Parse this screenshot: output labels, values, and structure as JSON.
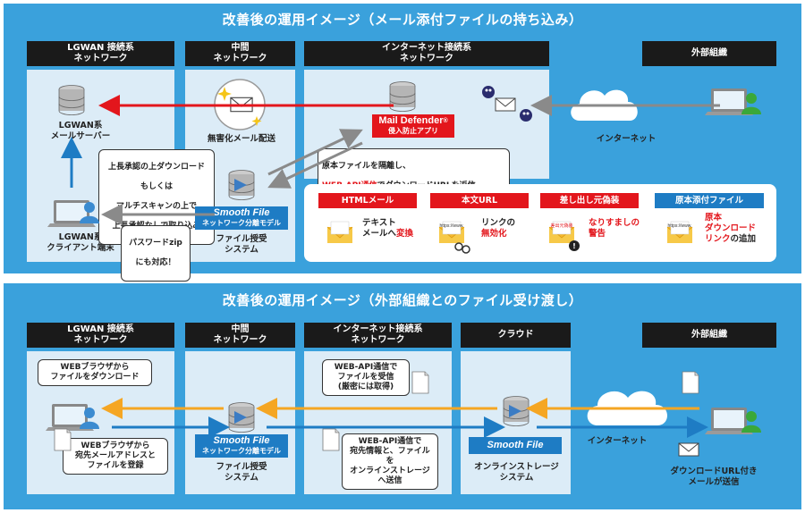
{
  "top": {
    "title": "改善後の運用イメージ（メール添付ファイルの持ち込み）",
    "headers": {
      "lgwan": "LGWAN 接続系\nネットワーク",
      "middle": "中間\nネットワーク",
      "internet": "インターネット接続系\nネットワーク",
      "external": "外部組織"
    },
    "labels": {
      "lgwan_mail_server": "LGWAN系\nメールサーバー",
      "lgwan_client": "LGWAN系\nクライアント端末",
      "sanitized_mail": "無害化メール配送",
      "file_system": "ファイル授受\nシステム",
      "internet": "インターネット"
    },
    "callouts": {
      "approval_lines": [
        "上長承認の上ダウンロード",
        "もしくは",
        "マルチスキャンの上で",
        "上長承認なしで取り込み"
      ],
      "zip_lines": [
        "パスワードzip",
        "にも対応！"
      ],
      "isolate_line1": "原本ファイルを隔離し、",
      "isolate_red": "WEB-API通信",
      "isolate_line2": "でダウンロードURLを返信"
    },
    "badges": {
      "mail_defender_title": "Mail Defender",
      "mail_defender_reg": "®",
      "mail_defender_sub": "侵入防止アプリ",
      "smoothfile_title": "Smooth File",
      "smoothfile_sub": "ネットワーク分離モデル"
    },
    "features": [
      {
        "tag": "HTMLメール",
        "color": "#e3161c",
        "text_a": "テキスト\nメールへ",
        "text_red": "変換",
        "text_b": ""
      },
      {
        "tag": "本文URL",
        "color": "#e3161c",
        "text_a": "リンクの\n",
        "text_red": "無効化",
        "text_b": ""
      },
      {
        "tag": "差し出し元偽装",
        "color": "#e3161c",
        "text_a": "",
        "text_red": "なりすましの\n警告",
        "text_b": ""
      },
      {
        "tag": "原本添付ファイル",
        "color": "#1e7cc4",
        "text_a": "",
        "text_red": "原本\nダウンロード\nリンク",
        "text_b": "の追加"
      }
    ],
    "feature_icon_labels": {
      "url_mail": "https://www.",
      "spoof_mail": "差出元偽装",
      "original_mail": "https://www."
    }
  },
  "bottom": {
    "title": "改善後の運用イメージ（外部組織とのファイル受け渡し）",
    "headers": {
      "lgwan": "LGWAN 接続系\nネットワーク",
      "middle": "中間\nネットワーク",
      "internet": "インターネット接続系\nネットワーク",
      "cloud": "クラウド",
      "external": "外部組織"
    },
    "labels": {
      "file_system": "ファイル授受\nシステム",
      "online_storage": "オンラインストレージ\nシステム",
      "internet": "インターネット",
      "download_mail": "ダウンロードURL付き\nメールが送信"
    },
    "callouts": {
      "browser_download": "WEBブラウザから\nファイルをダウンロード",
      "browser_register": "WEBブラウザから\n宛先メールアドレスと\nファイルを登録",
      "api_receive": "WEB-API通信で\nファイルを受信\n(厳密には取得)",
      "api_send": "WEB-API通信で\n宛先情報と、ファイルを\nオンラインストレージ\nへ送信"
    },
    "badges": {
      "smoothfile_title": "Smooth File",
      "smoothfile_sub": "ネットワーク分離モデル",
      "smoothfile_cloud": "Smooth File"
    }
  },
  "colors": {
    "panel_bg": "#3aa1dc",
    "column_bg": "#dcecf7",
    "header_bg": "#1a1a1a",
    "accent_red": "#e3161c",
    "accent_blue": "#1e7cc4",
    "arrow_orange": "#f5a623",
    "arrow_gray": "#8a8a8a",
    "person_green": "#3aa83a"
  },
  "icons": [
    "database-server-icon",
    "mail-envelope-icon",
    "laptop-user-icon",
    "cloud-icon",
    "virus-icon",
    "document-icon",
    "sparkle-icon",
    "warning-icon",
    "link-broken-icon"
  ]
}
